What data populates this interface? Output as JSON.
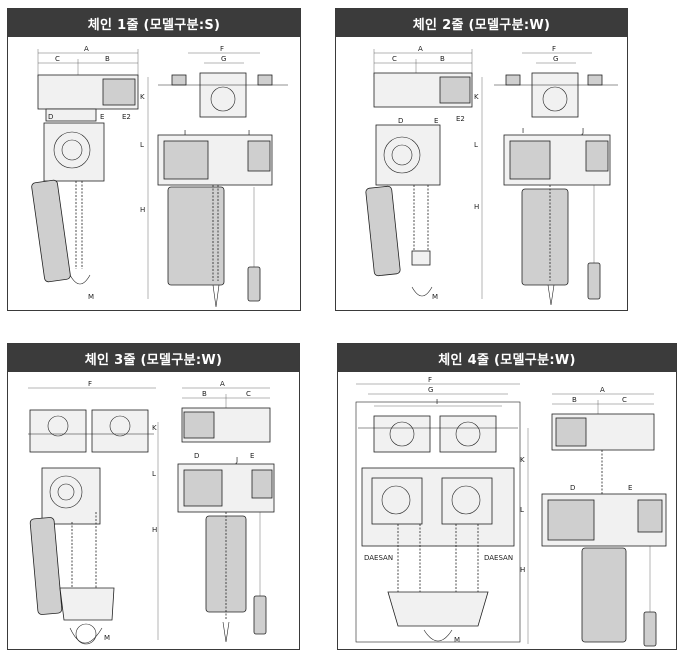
{
  "panels": [
    {
      "title": "체인 1줄 (모델구분:S)",
      "labels": {
        "A": "A",
        "B": "B",
        "C": "C",
        "D": "D",
        "E": "E",
        "E2": "E2",
        "F": "F",
        "G": "G",
        "H": "H",
        "I": "I",
        "J": "J",
        "K": "K",
        "L": "L",
        "M": "M"
      }
    },
    {
      "title": "체인 2줄 (모델구분:W)",
      "labels": {
        "A": "A",
        "B": "B",
        "C": "C",
        "D": "D",
        "E": "E",
        "E2": "E2",
        "F": "F",
        "G": "G",
        "H": "H",
        "I": "I",
        "J": "J",
        "K": "K",
        "L": "L",
        "M": "M"
      }
    },
    {
      "title": "체인 3줄 (모델구분:W)",
      "labels": {
        "A": "A",
        "B": "B",
        "C": "C",
        "D": "D",
        "E": "E",
        "F": "F",
        "H": "H",
        "J": "J",
        "K": "K",
        "L": "L",
        "M": "M"
      }
    },
    {
      "title": "체인 4줄 (모델구분:W)",
      "labels": {
        "A": "A",
        "B": "B",
        "C": "C",
        "D": "D",
        "E": "E",
        "F": "F",
        "G": "G",
        "H": "H",
        "I": "I",
        "K": "K",
        "L": "L",
        "M": "M"
      }
    }
  ],
  "brand_label": "DAESAN"
}
